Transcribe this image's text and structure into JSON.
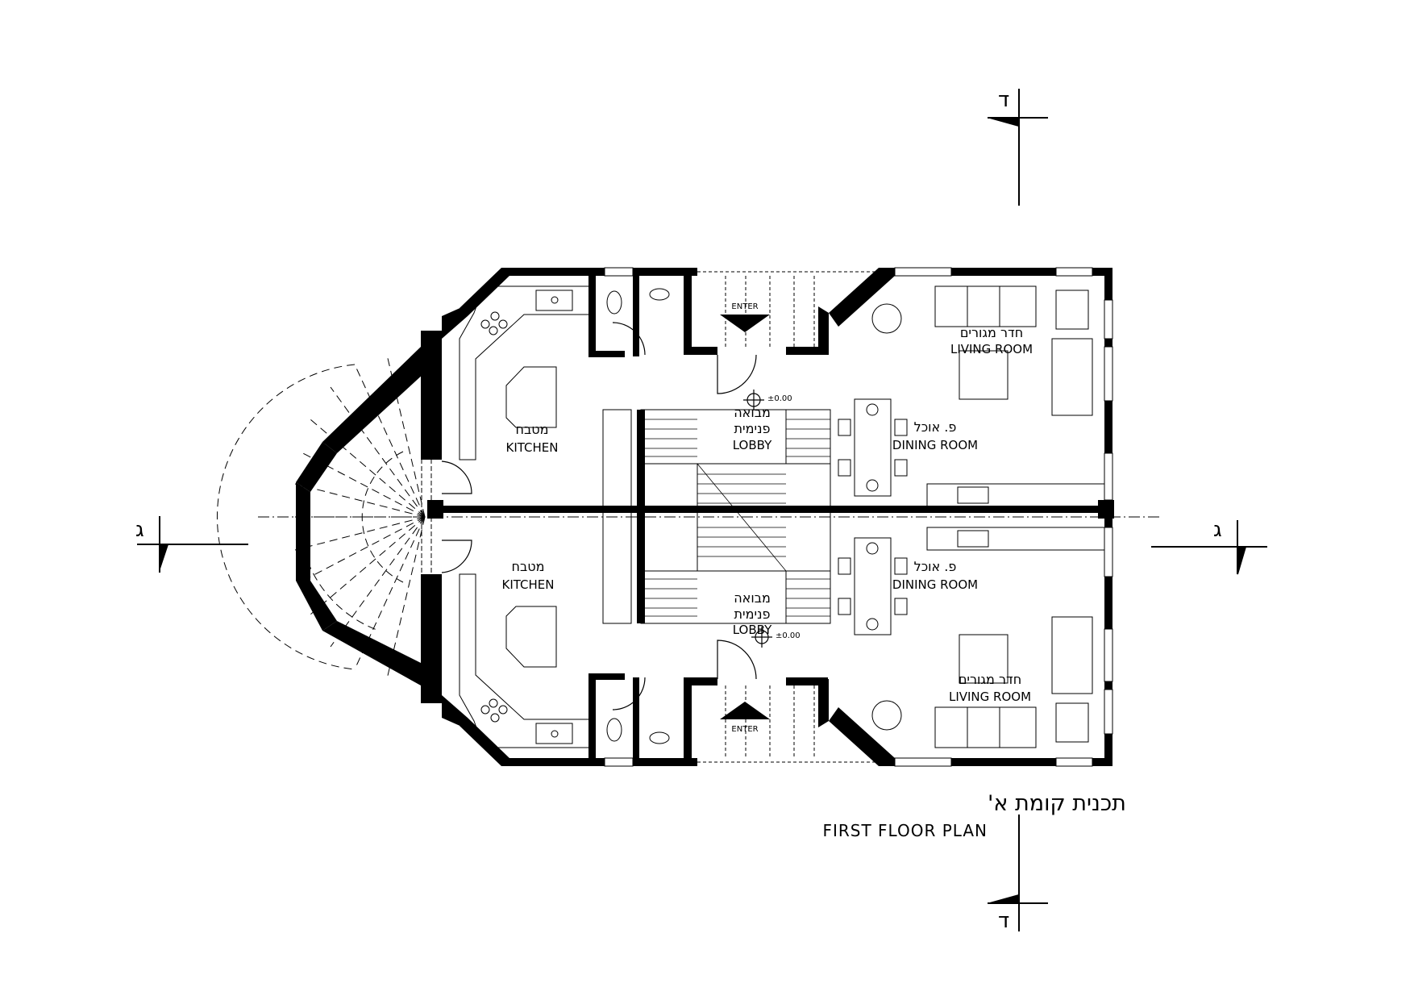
{
  "title": {
    "hebrew": "תכנית קומת א'",
    "english": "FIRST FLOOR PLAN"
  },
  "section_marks": {
    "vertical": "ד",
    "horizontal": "ג"
  },
  "units": [
    {
      "kitchen": {
        "hebrew": "מטבח",
        "english": "KITCHEN"
      },
      "lobby": {
        "hebrew_1": "מבואה",
        "hebrew_2": "פנימית",
        "english": "LOBBY"
      },
      "dining": {
        "hebrew": "פ. אוכל",
        "english": "DINING ROOM"
      },
      "living": {
        "hebrew": "חדר מגורים",
        "english": "LIVING ROOM"
      },
      "enter": "ENTER",
      "level": "±0.00"
    },
    {
      "kitchen": {
        "hebrew": "מטבח",
        "english": "KITCHEN"
      },
      "lobby": {
        "hebrew_1": "מבואה",
        "hebrew_2": "פנימית",
        "english": "LOBBY"
      },
      "dining": {
        "hebrew": "פ. אוכל",
        "english": "DINING ROOM"
      },
      "living": {
        "hebrew": "חדר מגורים",
        "english": "LIVING ROOM"
      },
      "enter": "ENTER",
      "level": "±0.00"
    }
  ]
}
